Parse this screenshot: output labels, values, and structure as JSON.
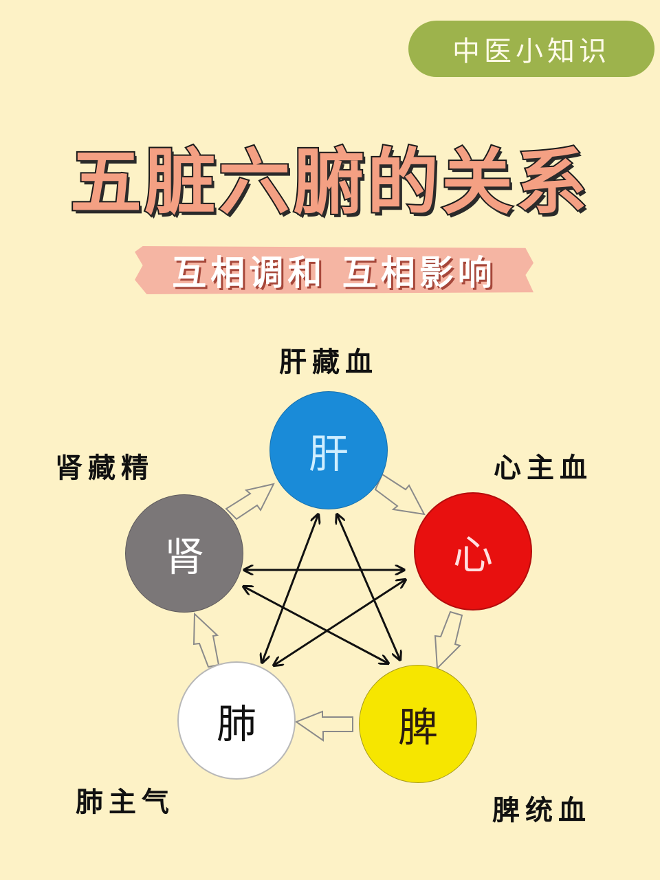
{
  "badge": {
    "label": "中医小知识",
    "color": "#9db34c"
  },
  "title": {
    "text": "五脏六腑的关系",
    "color": "#f4a083"
  },
  "subtitle": {
    "text": "互相调和 互相影响",
    "band_color": "#f5b5a3"
  },
  "background_color": "#fdf2c6",
  "organs": [
    {
      "id": "liver",
      "char": "肝",
      "label": "肝藏血",
      "color": "#1a8bd8",
      "text_color": "#cfeeff"
    },
    {
      "id": "heart",
      "char": "心",
      "label": "心主血",
      "color": "#e8100f",
      "text_color": "#ffe0e0"
    },
    {
      "id": "spleen",
      "char": "脾",
      "label": "脾统血",
      "color": "#f6e600",
      "text_color": "#2a1a10"
    },
    {
      "id": "lung",
      "char": "肺",
      "label": "肺主气",
      "color": "#ffffff",
      "text_color": "#111111"
    },
    {
      "id": "kidney",
      "char": "肾",
      "label": "肾藏精",
      "color": "#7b7778",
      "text_color": "#ffffff"
    }
  ],
  "relations": {
    "generating_cycle": [
      "肝→心",
      "心→脾",
      "脾→肺",
      "肺→肾",
      "肾→肝"
    ],
    "restraining_star": [
      "肝↔脾",
      "肝↔肺",
      "心↔肾",
      "心↔肺",
      "肾↔脾"
    ]
  }
}
